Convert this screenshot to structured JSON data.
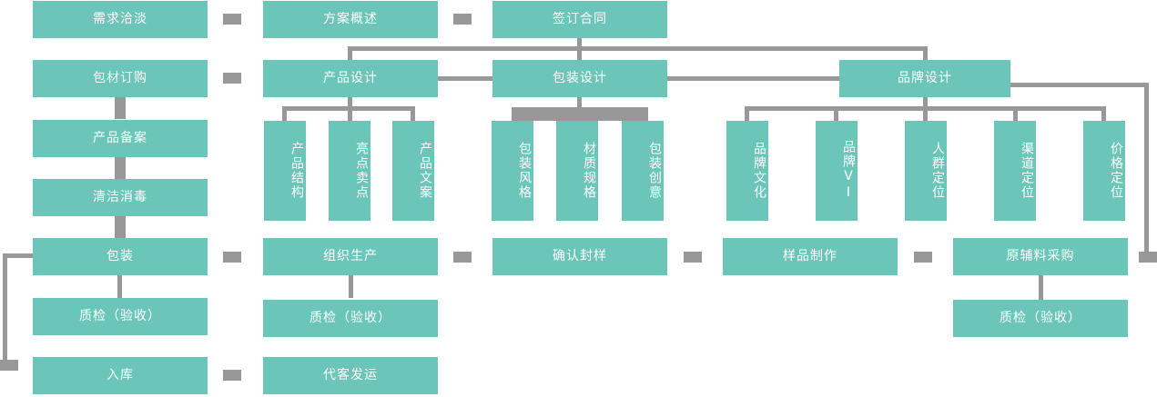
{
  "diagram": {
    "title": "产品生产与设计流程图",
    "colors": {
      "node_fill": "#6bc5b8",
      "node_text": "#ffffff",
      "connector": "#989898",
      "background": "#ffffff"
    },
    "rows": {
      "row1": "需求洽淡 → 方案概述 → 签订合同",
      "row2": "包材订购 / 产品设计 / 包装设计 / 品牌设计",
      "row3": "设计子项",
      "row4": "包装 / 组织生产 / 确认封样 / 样品制作 / 原辅料采购",
      "row5": "质检（验收）",
      "row6": "入库 / 代客发运"
    }
  },
  "nodes": {
    "xuqiuqiatan": "需求洽淡",
    "fanganggaishu": "方案概述",
    "qiandinghetong": "签订合同",
    "baocaidinggou": "包材订购",
    "chanpinsheji": "产品设计",
    "baozhuangsheji": "包装设计",
    "pinpaisheji": "品牌设计",
    "chanpinbeian": "产品备案",
    "qingjiexiaodu": "清洁消毒",
    "baozhuang": "包装",
    "zhijian1": "质检（验收）",
    "zhijian2": "质检（验收）",
    "zhijian3": "质检（验收）",
    "ruku": "入库",
    "zuzhishengchan": "组织生产",
    "daikefayun": "代客发运",
    "querenfengyang": "确认封样",
    "yangpinzhizuo": "样品制作",
    "yuanfuliaocaigou": "原辅料采购",
    "chanpinjiegou": "产品结构",
    "liangdianmaidian": "亮点卖点",
    "chanpinwenan": "产品文案",
    "baozhuangfengge": "包装风格",
    "caizhiguige": "材质规格",
    "baozhuangchuangyi": "包装创意",
    "pinpaiwenhua": "品牌文化",
    "pinpaivi": "品牌VI",
    "renqundingwei": "人群定位",
    "qudaodingwei": "渠道定位",
    "jiagedingwei": "价格定位"
  }
}
